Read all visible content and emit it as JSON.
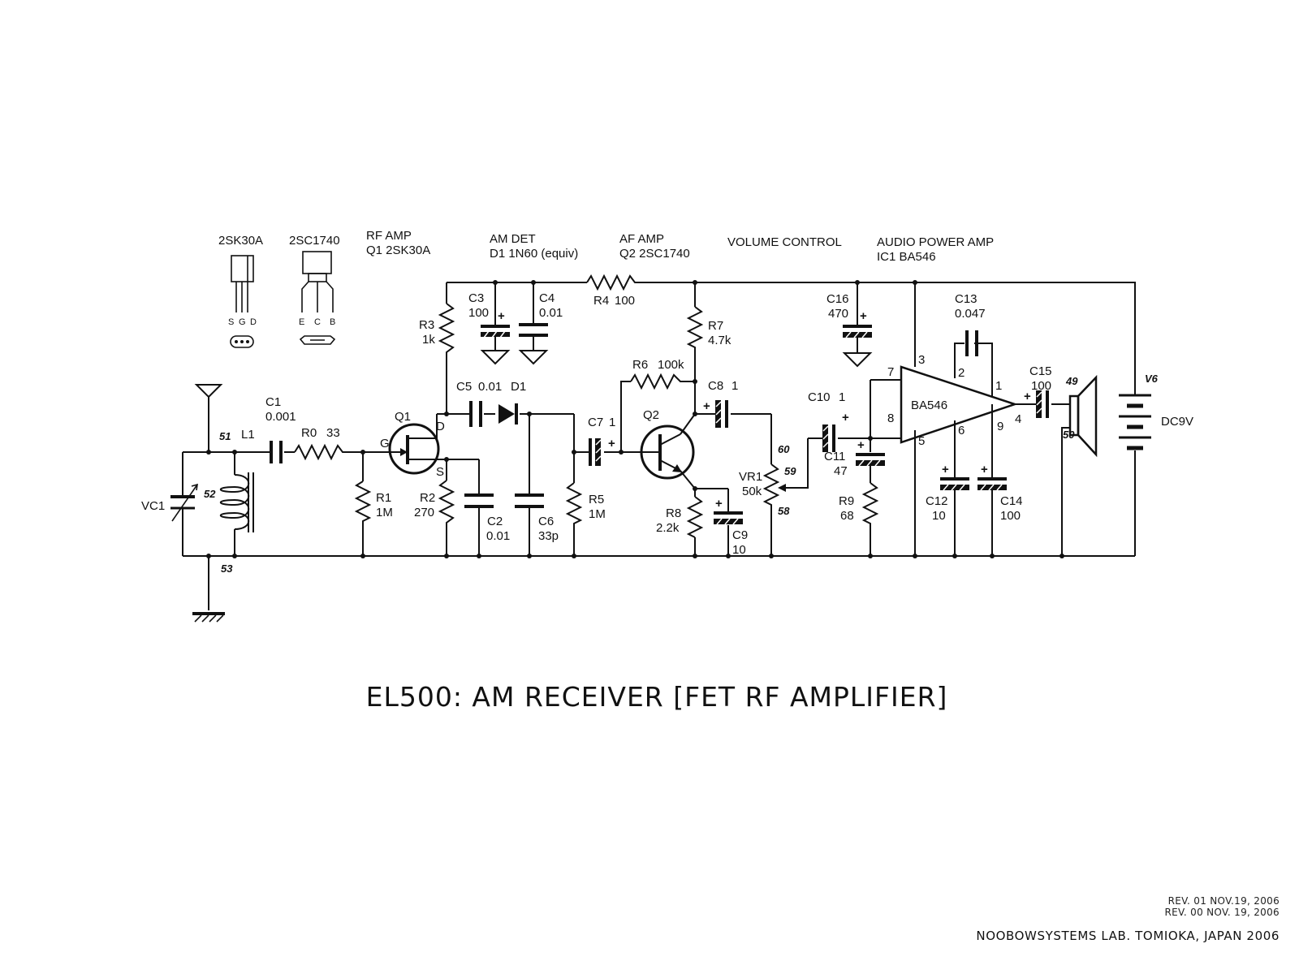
{
  "title": "EL500: AM RECEIVER [FET RF AMPLIFIER]",
  "footer": {
    "rev1": "REV. 01 NOV.19, 2006",
    "rev0": "REV. 00 NOV. 19, 2006",
    "lab": "NOOBOWSYSTEMS LAB. TOMIOKA, JAPAN 2006"
  },
  "sections": {
    "rf_amp": {
      "line1": "RF AMP",
      "line2": "Q1 2SK30A"
    },
    "am_det": {
      "line1": "AM DET",
      "line2": "D1 1N60 (equiv)"
    },
    "af_amp": {
      "line1": "AF AMP",
      "line2": "Q2 2SC1740"
    },
    "volume": {
      "line1": "VOLUME CONTROL"
    },
    "power_amp": {
      "line1": "AUDIO POWER AMP",
      "line2": "IC1 BA546"
    }
  },
  "packages": {
    "fet": {
      "name": "2SK30A",
      "pins": [
        "S",
        "G",
        "D"
      ]
    },
    "bjt": {
      "name": "2SC1740",
      "pins": [
        "E",
        "C",
        "B"
      ]
    }
  },
  "components": {
    "C1": {
      "ref": "C1",
      "value": "0.001"
    },
    "R0": {
      "ref": "R0",
      "value": "33"
    },
    "L1": {
      "ref": "L1"
    },
    "VC1": {
      "ref": "VC1"
    },
    "Q1": {
      "ref": "Q1",
      "pin_g": "G",
      "pin_d": "D",
      "pin_s": "S"
    },
    "R1": {
      "ref": "R1",
      "value": "1M"
    },
    "R2": {
      "ref": "R2",
      "value": "270"
    },
    "R3": {
      "ref": "R3",
      "value": "1k"
    },
    "C2": {
      "ref": "C2",
      "value": "0.01"
    },
    "C3": {
      "ref": "C3",
      "value": "100"
    },
    "C4": {
      "ref": "C4",
      "value": "0.01"
    },
    "C5": {
      "ref": "C5",
      "value": "0.01"
    },
    "D1": {
      "ref": "D1"
    },
    "C6": {
      "ref": "C6",
      "value": "33p"
    },
    "R4": {
      "ref": "R4",
      "value": "100"
    },
    "R5": {
      "ref": "R5",
      "value": "1M"
    },
    "C7": {
      "ref": "C7",
      "value": "1"
    },
    "Q2": {
      "ref": "Q2"
    },
    "R6": {
      "ref": "R6",
      "value": "100k"
    },
    "R7": {
      "ref": "R7",
      "value": "4.7k"
    },
    "R8": {
      "ref": "R8",
      "value": "2.2k"
    },
    "C8": {
      "ref": "C8",
      "value": "1"
    },
    "C9": {
      "ref": "C9",
      "value": "10"
    },
    "VR1": {
      "ref": "VR1",
      "value": "50k"
    },
    "C10": {
      "ref": "C10",
      "value": "1"
    },
    "C11": {
      "ref": "C11",
      "value": "47"
    },
    "R9": {
      "ref": "R9",
      "value": "68"
    },
    "C16": {
      "ref": "C16",
      "value": "470"
    },
    "C13": {
      "ref": "C13",
      "value": "0.047"
    },
    "IC1": {
      "ref": "BA546",
      "pins": [
        "7",
        "8",
        "3",
        "2",
        "5",
        "6",
        "9",
        "1",
        "4"
      ]
    },
    "C12": {
      "ref": "C12",
      "value": "10"
    },
    "C14": {
      "ref": "C14",
      "value": "100"
    },
    "C15": {
      "ref": "C15",
      "value": "100"
    },
    "V6": {
      "ref": "V6",
      "value": "DC9V"
    }
  },
  "node_numbers": [
    "51",
    "52",
    "53",
    "60",
    "59",
    "58",
    "49",
    "50"
  ],
  "polarity_mark": "+"
}
